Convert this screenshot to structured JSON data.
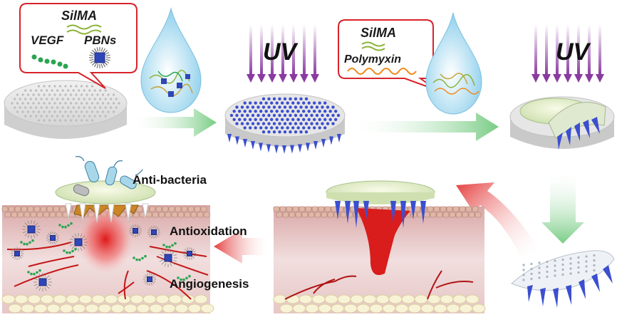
{
  "bubble1": {
    "silma": "SilMA",
    "vegf": "VEGF",
    "pbns": "PBNs"
  },
  "bubble2": {
    "silma": "SilMA",
    "polymyxin": "Polymyxin"
  },
  "uv_left": "UV",
  "uv_right": "UV",
  "labels": {
    "anti_bacteria": "Anti-bacteria",
    "antioxidation": "Antioxidation",
    "angiogenesis": "Angiogenesis"
  },
  "colors": {
    "bubble_border": "#d8232a",
    "uv_arrow": "#8a3aa0",
    "mold": "#d9d9d9",
    "microneedle": "#3b4fd0",
    "arrow_green": "#7fd08a",
    "arrow_red": "#e84a4a",
    "skin": "#e9c9c9",
    "blood": "#d41c1c",
    "silma_fiber": "#8db33a",
    "vegf": "#2aa552",
    "pbn": "#2e46b8",
    "polymyxin": "#f08a1c"
  }
}
